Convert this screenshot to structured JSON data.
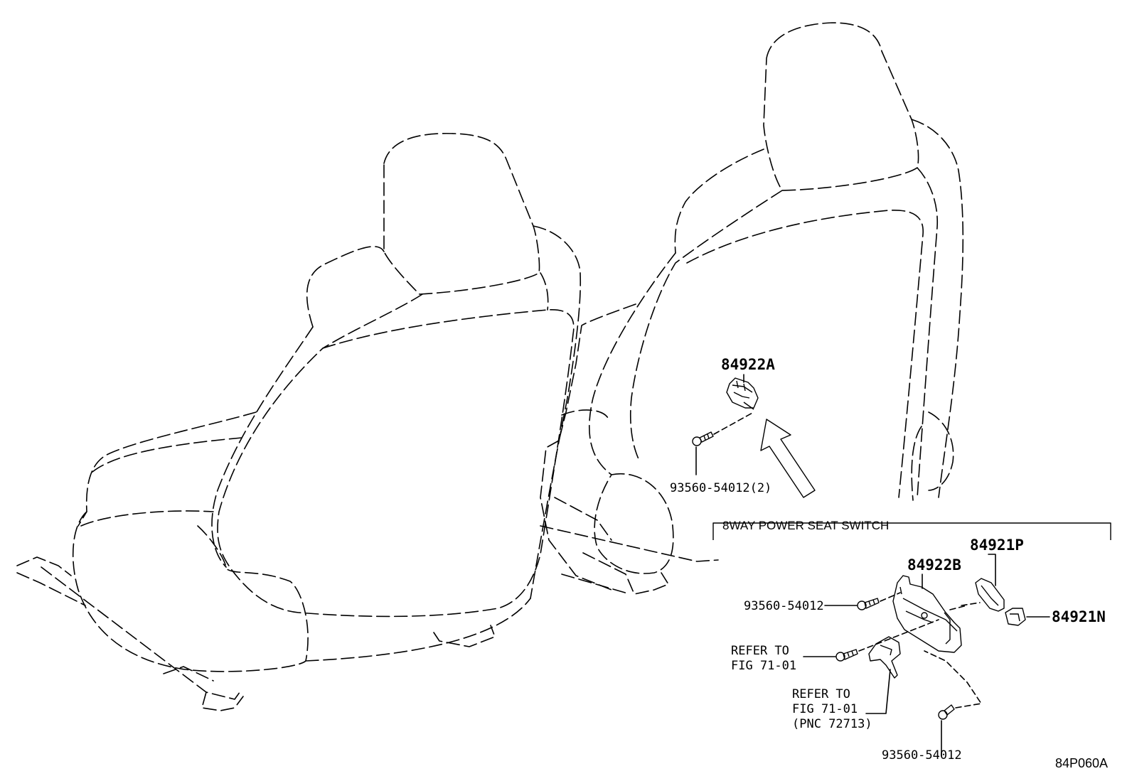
{
  "labels": {
    "switch_upper": "84922A",
    "bolt_upper": "93560-54012(2)",
    "inset_title": "8WAY POWER SEAT SWITCH",
    "switch_base": "84922B",
    "knob_p": "84921P",
    "knob_n": "84921N",
    "bolt_inset_a": "93560-54012",
    "refer_a_1": "REFER TO",
    "refer_a_2": "FIG 71-01",
    "refer_b_1": "REFER TO",
    "refer_b_2": "FIG 71-01",
    "refer_b_3": "(PNC 72713)",
    "bolt_inset_b": "93560-54012",
    "diagram_code": "84P060A"
  }
}
